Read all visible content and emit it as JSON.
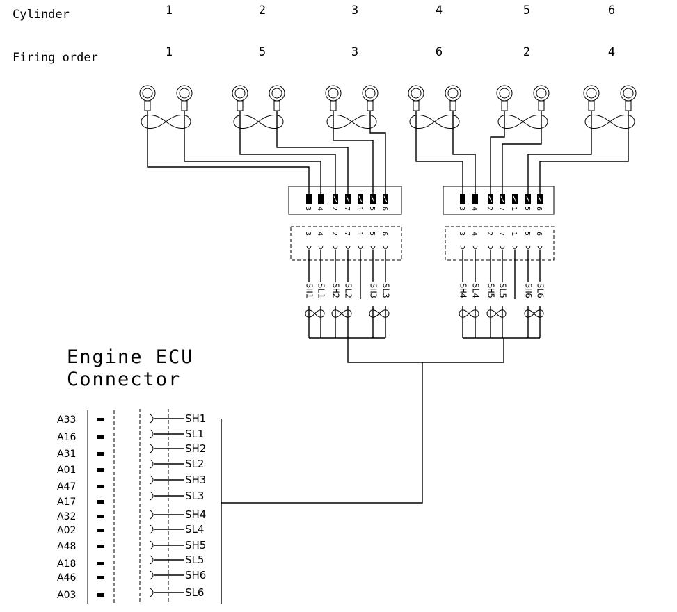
{
  "header": {
    "cylinder_label": "Cylinder",
    "firing_order_label": "Firing order",
    "cylinders": [
      "1",
      "2",
      "3",
      "4",
      "5",
      "6"
    ],
    "firing_order": [
      "1",
      "5",
      "3",
      "6",
      "2",
      "4"
    ]
  },
  "connectors": [
    {
      "pins": [
        "3",
        "4",
        "2",
        "7",
        "1",
        "5",
        "6"
      ],
      "dashed_pins": [
        "3",
        "4",
        "2",
        "7",
        "1",
        "5",
        "6"
      ],
      "signals": [
        "SH1",
        "SL1",
        "SH2",
        "SL2",
        "",
        "SH3",
        "SL3"
      ]
    },
    {
      "pins": [
        "3",
        "4",
        "2",
        "7",
        "1",
        "5",
        "6"
      ],
      "dashed_pins": [
        "3",
        "4",
        "2",
        "7",
        "1",
        "5",
        "6"
      ],
      "signals": [
        "SH4",
        "SL4",
        "SH5",
        "SL5",
        "",
        "SH6",
        "SL6"
      ]
    }
  ],
  "ecu": {
    "title_line1": "Engine ECU",
    "title_line2": "Connector",
    "rows": [
      {
        "pin": "A33",
        "signal": "SH1"
      },
      {
        "pin": "A16",
        "signal": "SL1"
      },
      {
        "pin": "A31",
        "signal": "SH2"
      },
      {
        "pin": "A01",
        "signal": "SL2"
      },
      {
        "pin": "A47",
        "signal": "SH3"
      },
      {
        "pin": "A17",
        "signal": "SL3"
      },
      {
        "pin": "A32",
        "signal": "SH4"
      },
      {
        "pin": "A02",
        "signal": "SL4"
      },
      {
        "pin": "A48",
        "signal": "SH5"
      },
      {
        "pin": "A18",
        "signal": "SL5"
      },
      {
        "pin": "A46",
        "signal": "SH6"
      },
      {
        "pin": "A03",
        "signal": "SL6"
      }
    ]
  }
}
